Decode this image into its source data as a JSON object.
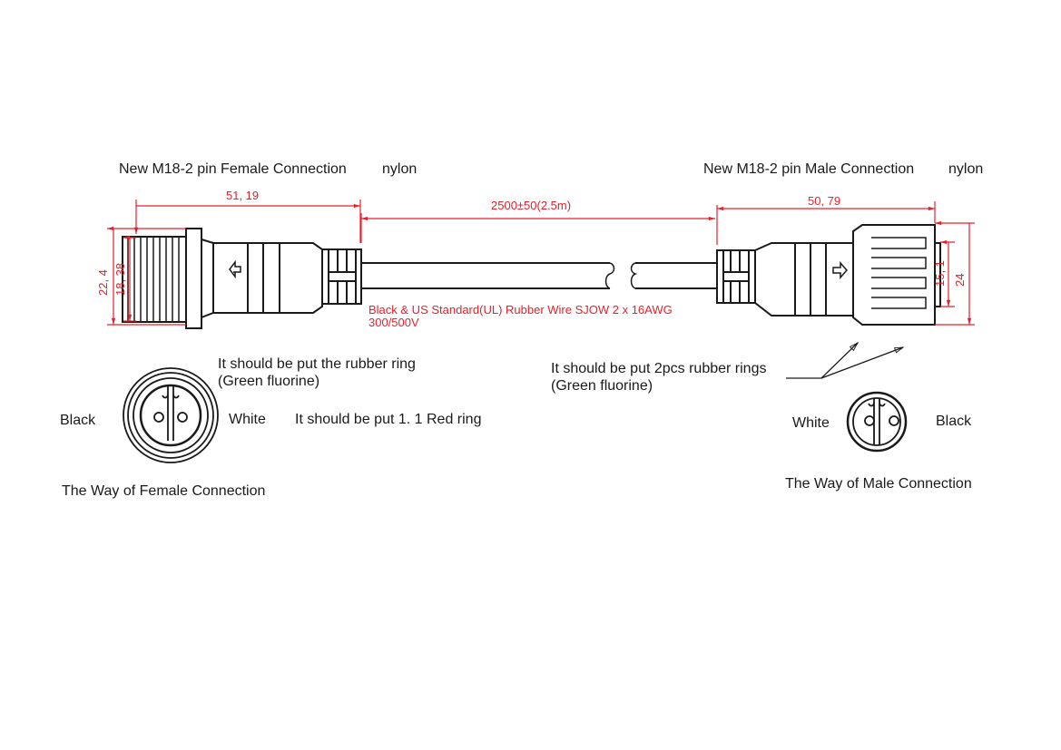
{
  "female": {
    "title": "New M18-2 pin Female Connection",
    "material": "nylon",
    "length": "51, 19",
    "outer_diameter": "22, 4",
    "thread_diameter": "18, 38",
    "ring_note_line1": "It should be put the rubber ring",
    "ring_note_line2": "(Green fluorine)",
    "red_ring_note": "It should be put 1. 1 Red ring",
    "left_pin_label": "Black",
    "right_pin_label": "White",
    "caption": "The Way of Female Connection"
  },
  "cable": {
    "length": "2500±50(2.5m)",
    "spec_line1": "Black & US Standard(UL)  Rubber Wire  SJOW  2 x 16AWG",
    "spec_line2": "300/500V"
  },
  "male": {
    "title": "New M18-2 pin Male Connection",
    "material": "nylon",
    "length": "50, 79",
    "outer_diameter": "24",
    "inner_diameter": "15, 1",
    "ring_note_line1": "It should be put 2pcs rubber rings",
    "ring_note_line2": "(Green fluorine)",
    "left_pin_label": "White",
    "right_pin_label": "Black",
    "caption": "The Way of Male Connection"
  },
  "colors": {
    "dimension": "#e8202a",
    "drawing": "#1a1a1a"
  }
}
